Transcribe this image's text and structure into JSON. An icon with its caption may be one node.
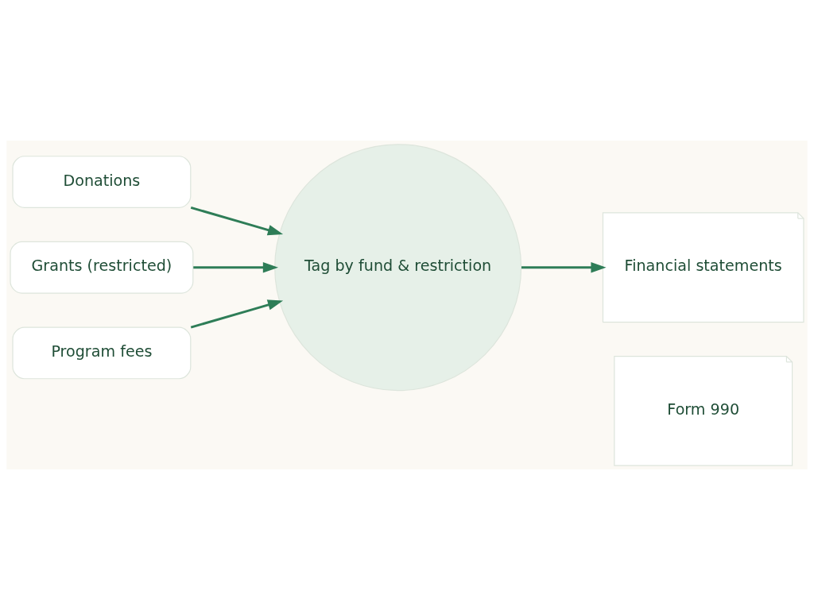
{
  "diagram": {
    "nodes": [
      {
        "text": [
          "Donations"
        ]
      },
      {
        "text": [
          "Grants (restricted)"
        ]
      },
      {
        "text": [
          "Program fees"
        ]
      },
      {
        "text": [
          "Tag by fund & restriction"
        ]
      },
      {
        "text": [
          "Financial statements"
        ]
      },
      {
        "text": [
          "Form 990"
        ]
      }
    ],
    "edges": [
      {
        "from": 0,
        "to": 3,
        "arrow": "to"
      },
      {
        "from": 1,
        "to": 3,
        "arrow": "to"
      },
      {
        "from": 2,
        "to": 3,
        "arrow": "to"
      },
      {
        "from": 3,
        "to": 4,
        "arrow": "to"
      }
    ]
  }
}
